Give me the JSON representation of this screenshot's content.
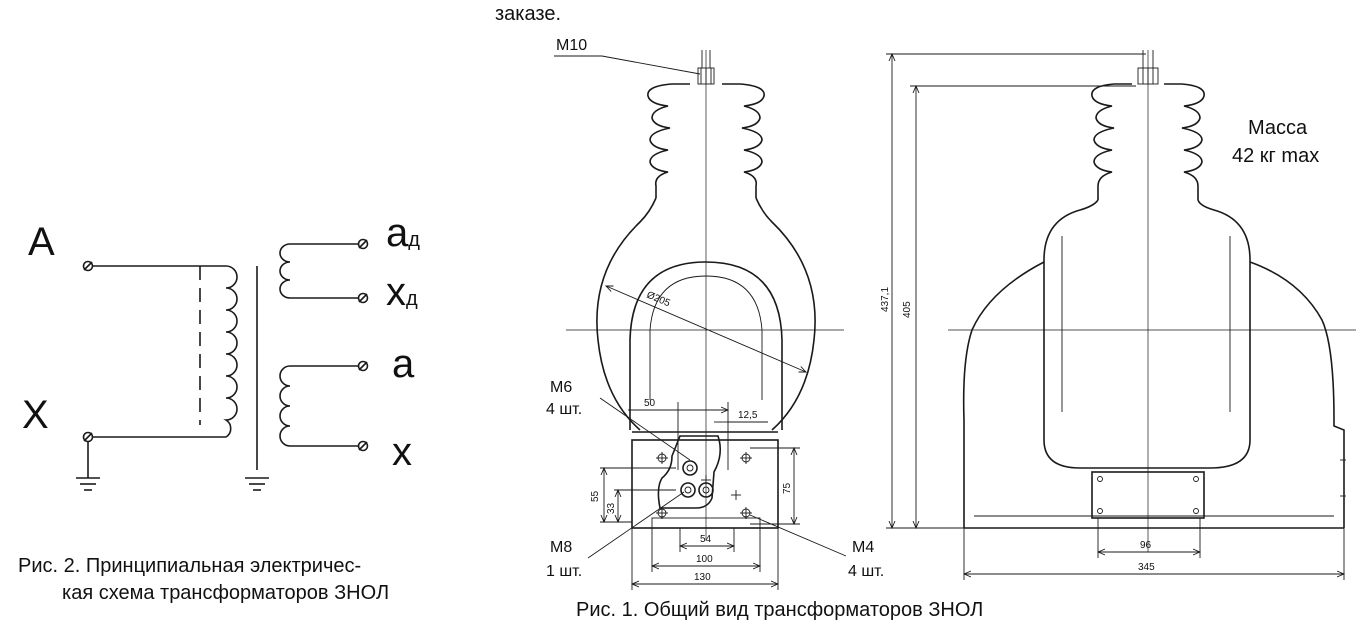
{
  "header_text": "заказе.",
  "schematic": {
    "terminal_A": "A",
    "terminal_X": "X",
    "sec_add_a_main": "a",
    "sec_add_a_sub": "д",
    "sec_add_x_main": "x",
    "sec_add_x_sub": "д",
    "sec_a": "a",
    "sec_x": "x",
    "caption_line1": "Рис. 2. Принципиальная электричес-",
    "caption_line2": "кая схема трансформаторов ЗНОЛ"
  },
  "front_view": {
    "label_m10": "M10",
    "label_m6": "M6",
    "label_m6_qty": "4 шт.",
    "label_m8": "M8",
    "label_m8_qty": "1 шт.",
    "label_m4": "M4",
    "label_m4_qty": "4 шт.",
    "dim_diameter": "Ø205",
    "dim_50": "50",
    "dim_12_5": "12,5",
    "dim_55": "55",
    "dim_33": "33",
    "dim_75": "75",
    "dim_54": "54",
    "dim_100": "100",
    "dim_130": "130",
    "caption": "Рис. 1. Общий вид трансформаторов ЗНОЛ"
  },
  "side_view": {
    "dim_437_1": "437,1",
    "dim_405": "405",
    "dim_96": "96",
    "dim_345": "345",
    "mass_line1": "Масса",
    "mass_line2": "42 кг max"
  }
}
